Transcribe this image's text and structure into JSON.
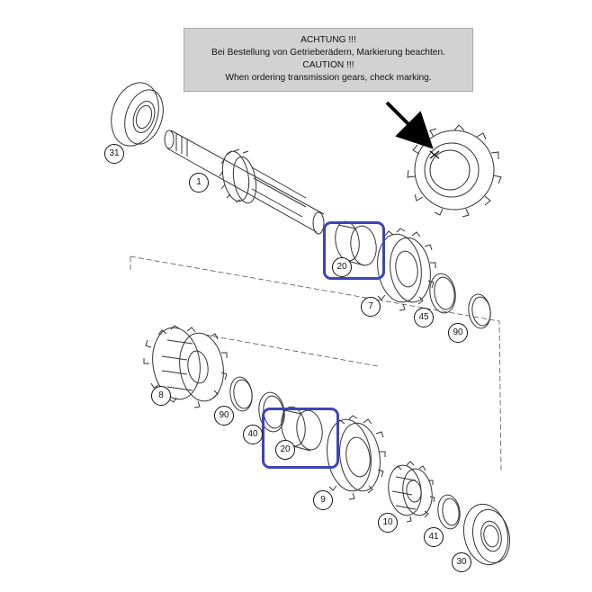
{
  "notice": {
    "line1": "ACHTUNG !!!",
    "line2": "Bei Bestellung von Getrieberädern, Markierung beachten.",
    "line3": "CAUTION !!!",
    "line4": "When ordering transmission gears, check marking."
  },
  "parts": [
    {
      "id": "31",
      "label": "31"
    },
    {
      "id": "1",
      "label": "1"
    },
    {
      "id": "20a",
      "label": "20"
    },
    {
      "id": "7",
      "label": "7"
    },
    {
      "id": "45",
      "label": "45"
    },
    {
      "id": "90a",
      "label": "90"
    },
    {
      "id": "8",
      "label": "8"
    },
    {
      "id": "90b",
      "label": "90"
    },
    {
      "id": "40",
      "label": "40"
    },
    {
      "id": "20b",
      "label": "20"
    },
    {
      "id": "9",
      "label": "9"
    },
    {
      "id": "10",
      "label": "10"
    },
    {
      "id": "41",
      "label": "41"
    },
    {
      "id": "30",
      "label": "30"
    }
  ],
  "colors": {
    "highlight": "#3d44b8",
    "notice_bg": "#d2d2d2",
    "line": "#222222"
  }
}
